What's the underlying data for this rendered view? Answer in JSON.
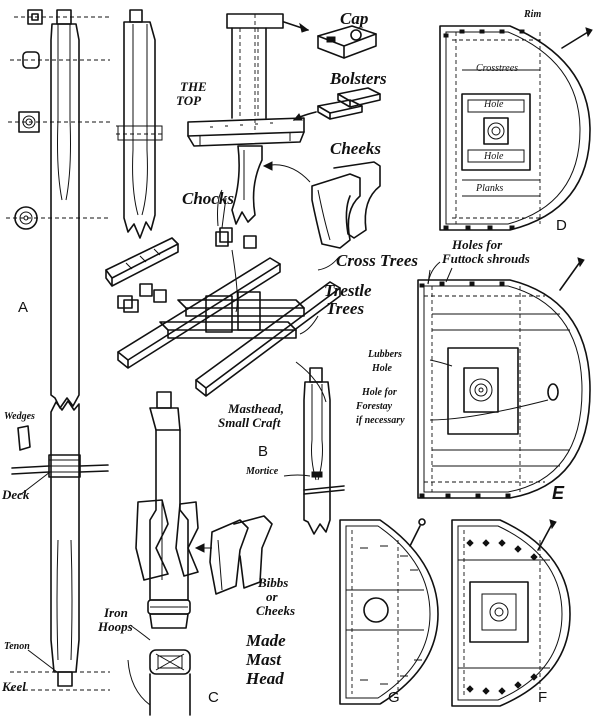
{
  "letters": {
    "a": "A",
    "b": "B",
    "c": "C",
    "d": "D",
    "e": "E",
    "f": "F",
    "g": "G"
  },
  "labels": {
    "cap": "Cap",
    "the_top_1": "THE",
    "the_top_2": "TOP",
    "bolsters": "Bolsters",
    "cheeks": "Cheeks",
    "chocks": "Chocks",
    "cross_trees": "Cross Trees",
    "trestle_1": "Trestle",
    "trestle_2": "Trees",
    "masthead_1": "Masthead,",
    "masthead_2": "Small Craft",
    "mortice": "Mortice",
    "wedges": "Wedges",
    "deck": "Deck",
    "tenon": "Tenon",
    "keel": "Keel",
    "iron_hoops_1": "Iron",
    "iron_hoops_2": "Hoops",
    "bibbs_1": "Bibbs",
    "bibbs_2": "or",
    "bibbs_3": "Cheeks",
    "made_mast_1": "Made",
    "made_mast_2": "Mast",
    "made_mast_3": "Head",
    "rim": "Rim",
    "crosstrees_d": "Crosstrees",
    "hole_1": "Hole",
    "hole_2": "Hole",
    "planks": "Planks",
    "holes_futtock_1": "Holes for",
    "holes_futtock_2": "Futtock shrouds",
    "lubbers_1": "Lubbers",
    "lubbers_2": "Hole",
    "forestay_1": "Hole for",
    "forestay_2": "Forestay",
    "forestay_3": "if necessary"
  }
}
